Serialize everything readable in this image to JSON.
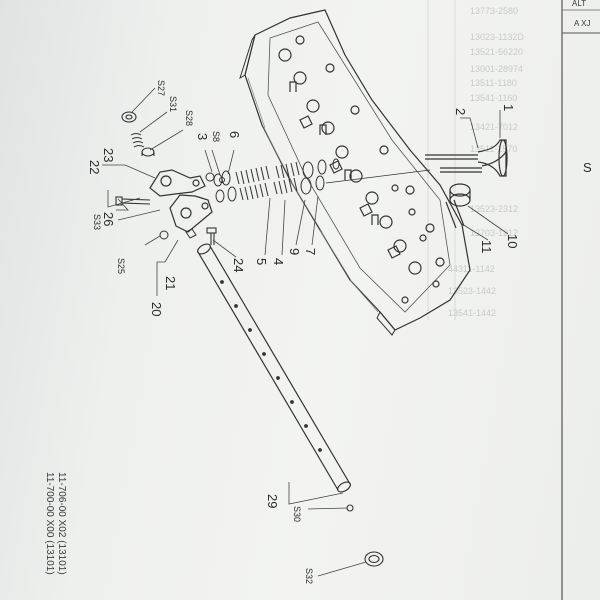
{
  "header_box": {
    "left_text": "A XJ",
    "top_text": "ALT"
  },
  "margin_letter": "S",
  "faint_part_numbers": [
    "13773-2580",
    "13023-1132D",
    "13521-56220",
    "13001-28974",
    "13511-1180",
    "13541-1160",
    "13421-7012",
    "13511-1570",
    "13523-2312",
    "12703-1212",
    "44311-1142",
    "13523-1442",
    "13541-1442"
  ],
  "ref_lines": [
    "11-700-00 X00 (13101)",
    "11-706-00 X02 (13101)"
  ],
  "callouts": [
    {
      "id": "S27",
      "text": "S27"
    },
    {
      "id": "S31",
      "text": "S31"
    },
    {
      "id": "S28",
      "text": "S28"
    },
    {
      "id": "3",
      "text": "3"
    },
    {
      "id": "S8",
      "text": "S8"
    },
    {
      "id": "6",
      "text": "6"
    },
    {
      "id": "2",
      "text": "2"
    },
    {
      "id": "1",
      "text": "1"
    },
    {
      "id": "22",
      "text": "22"
    },
    {
      "id": "23",
      "text": "23"
    },
    {
      "id": "S33",
      "text": "S33"
    },
    {
      "id": "26",
      "text": "26"
    },
    {
      "id": "S25",
      "text": "S25"
    },
    {
      "id": "21",
      "text": "21"
    },
    {
      "id": "20",
      "text": "20"
    },
    {
      "id": "24",
      "text": "24"
    },
    {
      "id": "5",
      "text": "5"
    },
    {
      "id": "4",
      "text": "4"
    },
    {
      "id": "9",
      "text": "9"
    },
    {
      "id": "7",
      "text": "7"
    },
    {
      "id": "11",
      "text": "11"
    },
    {
      "id": "10",
      "text": "10"
    },
    {
      "id": "29",
      "text": "29"
    },
    {
      "id": "S30",
      "text": "S30"
    },
    {
      "id": "S32",
      "text": "S32"
    }
  ]
}
